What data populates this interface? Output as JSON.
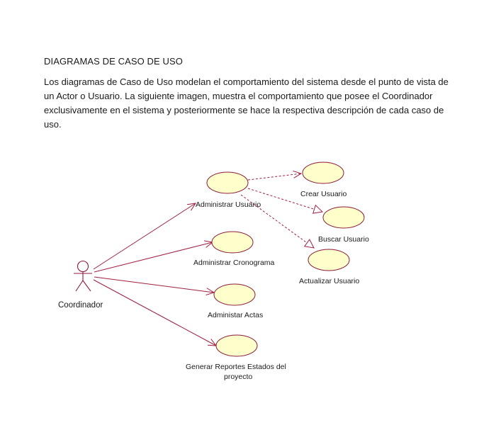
{
  "document": {
    "heading": "DIAGRAMAS DE CASO DE USO",
    "paragraph": "Los diagramas de Caso de Uso modelan el comportamiento del sistema desde el punto de vista de un Actor o Usuario. La siguiente imagen, muestra el comportamiento que posee el Coordinador exclusivamente en el sistema y posteriormente se hace la respectiva descripción de cada caso de uso."
  },
  "diagram": {
    "actor": "Coordinador",
    "use_cases": {
      "administrar_usuario": "Administrar Usuario",
      "crear_usuario": "Crear Usuario",
      "buscar_usuario": "Buscar Usuario",
      "actualizar_usuario": "Actualizar Usuario",
      "administrar_cronograma": "Administrar Cronograma",
      "administrar_actas": "Administar Actas",
      "generar_reportes_line1": "Generar Reportes Estados del",
      "generar_reportes_line2": "proyecto"
    },
    "colors": {
      "ellipse_fill": "#ffffcc",
      "ellipse_stroke": "#8b1a3a",
      "line": "#a0203f",
      "actor_stroke": "#8b1a3a"
    }
  }
}
